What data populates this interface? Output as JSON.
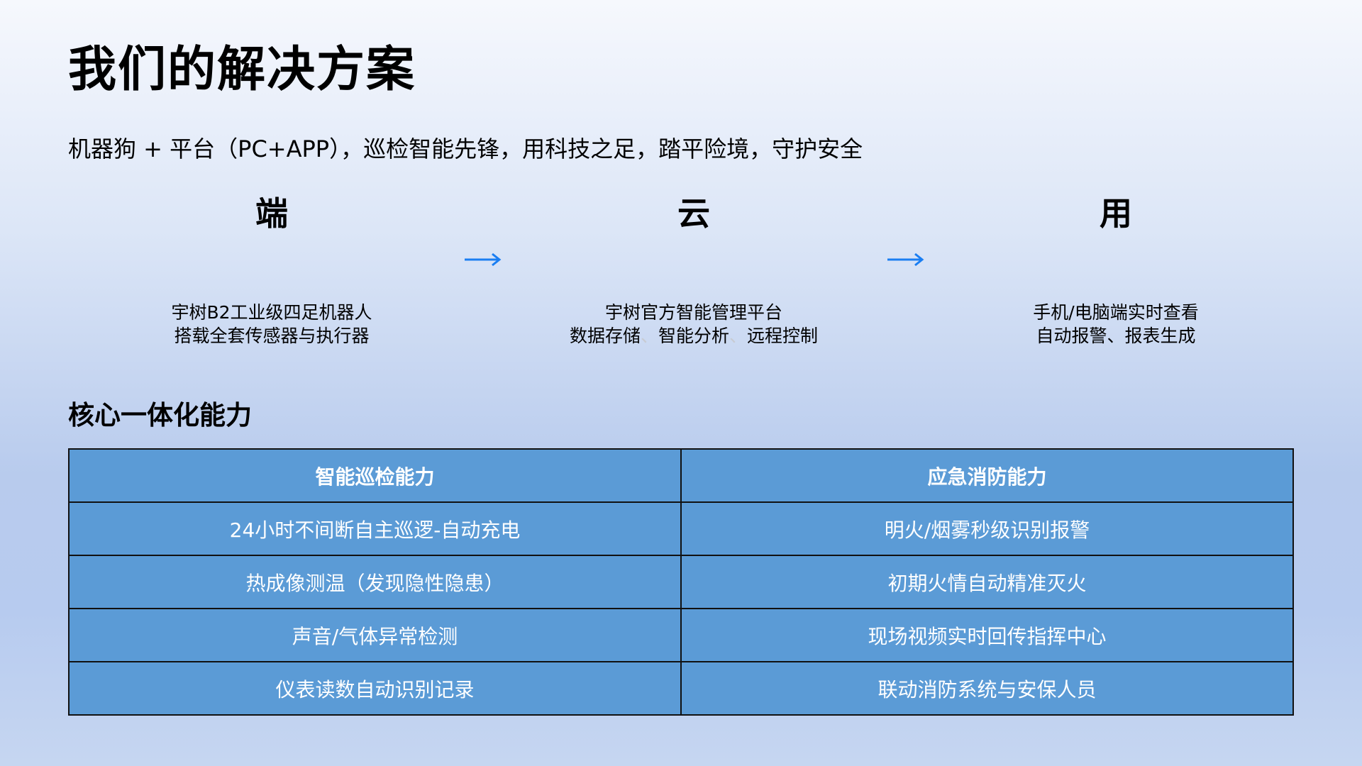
{
  "title": "我们的解决方案",
  "subtitle": "机器狗 + 平台（PC+APP），巡检智能先锋，用科技之足，踏平险境，守护安全",
  "flow": {
    "columns": [
      {
        "heading": "端",
        "line1": "宇树B2工业级四足机器人",
        "line2": "搭载全套传感器与执行器"
      },
      {
        "heading": "云",
        "line1": "宇树官方智能管理平台",
        "line2_parts": [
          "数据存储",
          "、",
          "智能分析",
          "、",
          "远程控制"
        ]
      },
      {
        "heading": "用",
        "line1": "手机/电脑端实时查看",
        "line2": "自动报警、报表生成"
      }
    ],
    "arrow_color": "#1a7ef2"
  },
  "section_title": "核心一体化能力",
  "table": {
    "headers": [
      "智能巡检能力",
      "应急消防能力"
    ],
    "rows": [
      [
        "24小时不间断自主巡逻-自动充电",
        "明火/烟雾秒级识别报警"
      ],
      [
        "热成像测温（发现隐性隐患）",
        "初期火情自动精准灭火"
      ],
      [
        "声音/气体异常检测",
        "现场视频实时回传指挥中心"
      ],
      [
        "仪表读数自动识别记录",
        "联动消防系统与安保人员"
      ]
    ],
    "cell_color": "#5b9bd6",
    "border_color": "#111111"
  }
}
